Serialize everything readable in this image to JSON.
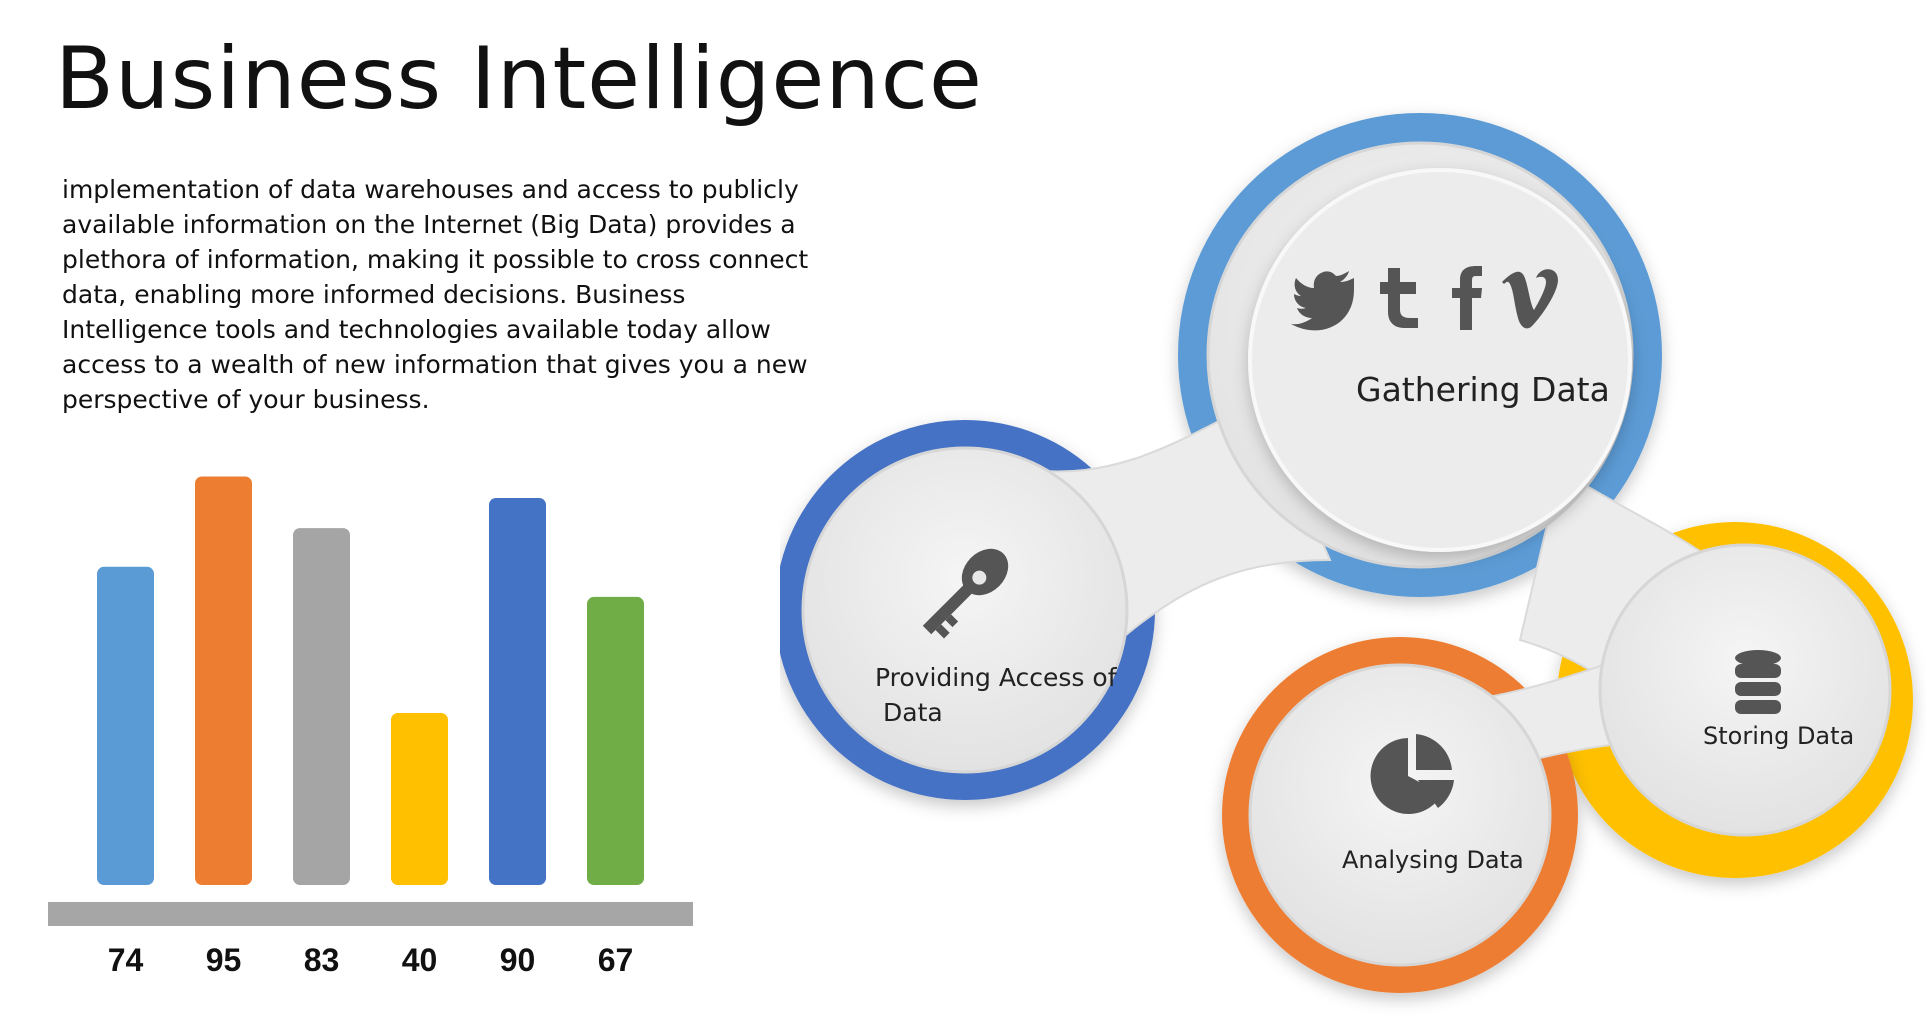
{
  "header": {
    "title": "Business Intelligence"
  },
  "description": "implementation of data warehouses and access to publicly available information on the Internet (Big Data) provides a plethora of information, making it possible to cross connect data, enabling more informed decisions. Business Intelligence tools and technologies available today allow access to a wealth of new information that gives you a new perspective of your business.",
  "chart_data": {
    "type": "bar",
    "categories": [
      "74",
      "95",
      "83",
      "40",
      "90",
      "67"
    ],
    "values": [
      74,
      95,
      83,
      40,
      90,
      67
    ],
    "colors": [
      "#5b9bd5",
      "#ed7d31",
      "#a5a5a5",
      "#ffc000",
      "#4472c4",
      "#70ad47"
    ],
    "ylim": [
      0,
      100
    ],
    "title": "",
    "xlabel": "",
    "ylabel": "",
    "grid": false
  },
  "diagram": {
    "nodes": [
      {
        "id": "gathering",
        "label": "Gathering Data",
        "ring_color": "#5b9bd5",
        "icons": [
          "twitter-icon",
          "tumblr-icon",
          "facebook-icon",
          "vimeo-icon"
        ]
      },
      {
        "id": "providing",
        "label_lines": [
          "Providing Access of",
          "Data"
        ],
        "ring_color": "#4472c4",
        "icon": "key-icon"
      },
      {
        "id": "storing",
        "label": "Storing Data",
        "ring_color": "#ffc000",
        "icon": "database-icon"
      },
      {
        "id": "analysing",
        "label": "Analysing Data",
        "ring_color": "#ed7d31",
        "icon": "pie-chart-icon"
      }
    ]
  }
}
